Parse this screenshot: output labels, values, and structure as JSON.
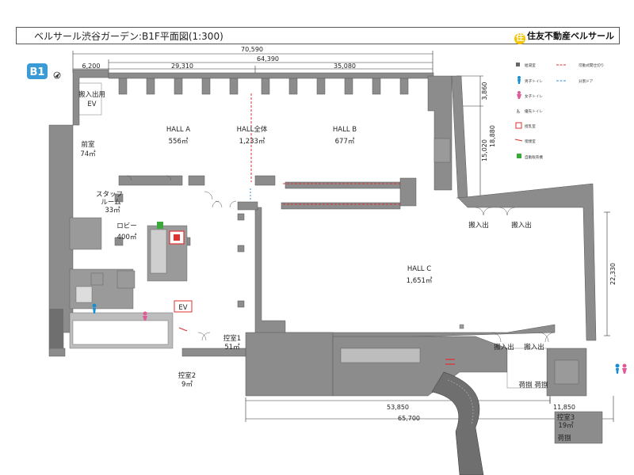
{
  "header": {
    "title": "ベルサール渋谷ガーデン:B1F平面図(1:300)",
    "brand": "住友不動産ベルサール"
  },
  "floor_badge": "B1",
  "rooms": {
    "hall_a": {
      "name": "HALL A",
      "area": "556㎡"
    },
    "hall_all": {
      "name": "HALL全体",
      "area": "1,233㎡"
    },
    "hall_b": {
      "name": "HALL B",
      "area": "677㎡"
    },
    "hall_c": {
      "name": "HALL C",
      "area": "1,651㎡"
    },
    "zenshitsu": {
      "name": "前室",
      "area": "74㎡"
    },
    "staff_room": {
      "name1": "スタッフ",
      "name2": "ルーム",
      "area": "33㎡"
    },
    "lobby": {
      "name": "ロビー",
      "area": "400㎡"
    },
    "hikae1": {
      "name": "控室1",
      "area": "51㎡"
    },
    "hikae2": {
      "name": "控室2",
      "area": "9㎡"
    },
    "hikae3": {
      "name": "控室3",
      "area": "19㎡"
    },
    "hannyu_ev": {
      "name": "搬入出用",
      "ev": "EV"
    }
  },
  "labels": {
    "ev": "EV",
    "hannyushutsu": "搬入出",
    "niatsukai": "荷捌"
  },
  "dimensions": {
    "d70590": "70,590",
    "d64390": "64,390",
    "d6200": "6,200",
    "d29310": "29,310",
    "d35080": "35,080",
    "d3860": "3,860",
    "d15020": "15,020",
    "d18880": "18,880",
    "d22330": "22,330",
    "d53850": "53,850",
    "d65700": "65,700",
    "d11850": "11,850"
  },
  "legend": {
    "kyutoushitsu": "給湯室",
    "kadoushiki": "可動式間仕切り",
    "men_toilet": "男子トイレ",
    "bunkatsu_door": "分割ドア",
    "women_toilet": "女子トイレ",
    "yusen_toilet": "優先トイレ",
    "hoshuu": "授乳室",
    "kitsuen": "喫煙室",
    "jihanki": "自動販売機"
  },
  "colors": {
    "wall": "#8c8c8c",
    "wall_dark": "#6f6f6f",
    "badge": "#3a9bd6",
    "brand_mark": "#f5c400",
    "partition_red": "#e03030",
    "door_blue": "#3a8fd6",
    "men_blue": "#1a8fd0",
    "women_pink": "#e05a9a",
    "vending_green": "#3aa83a"
  }
}
